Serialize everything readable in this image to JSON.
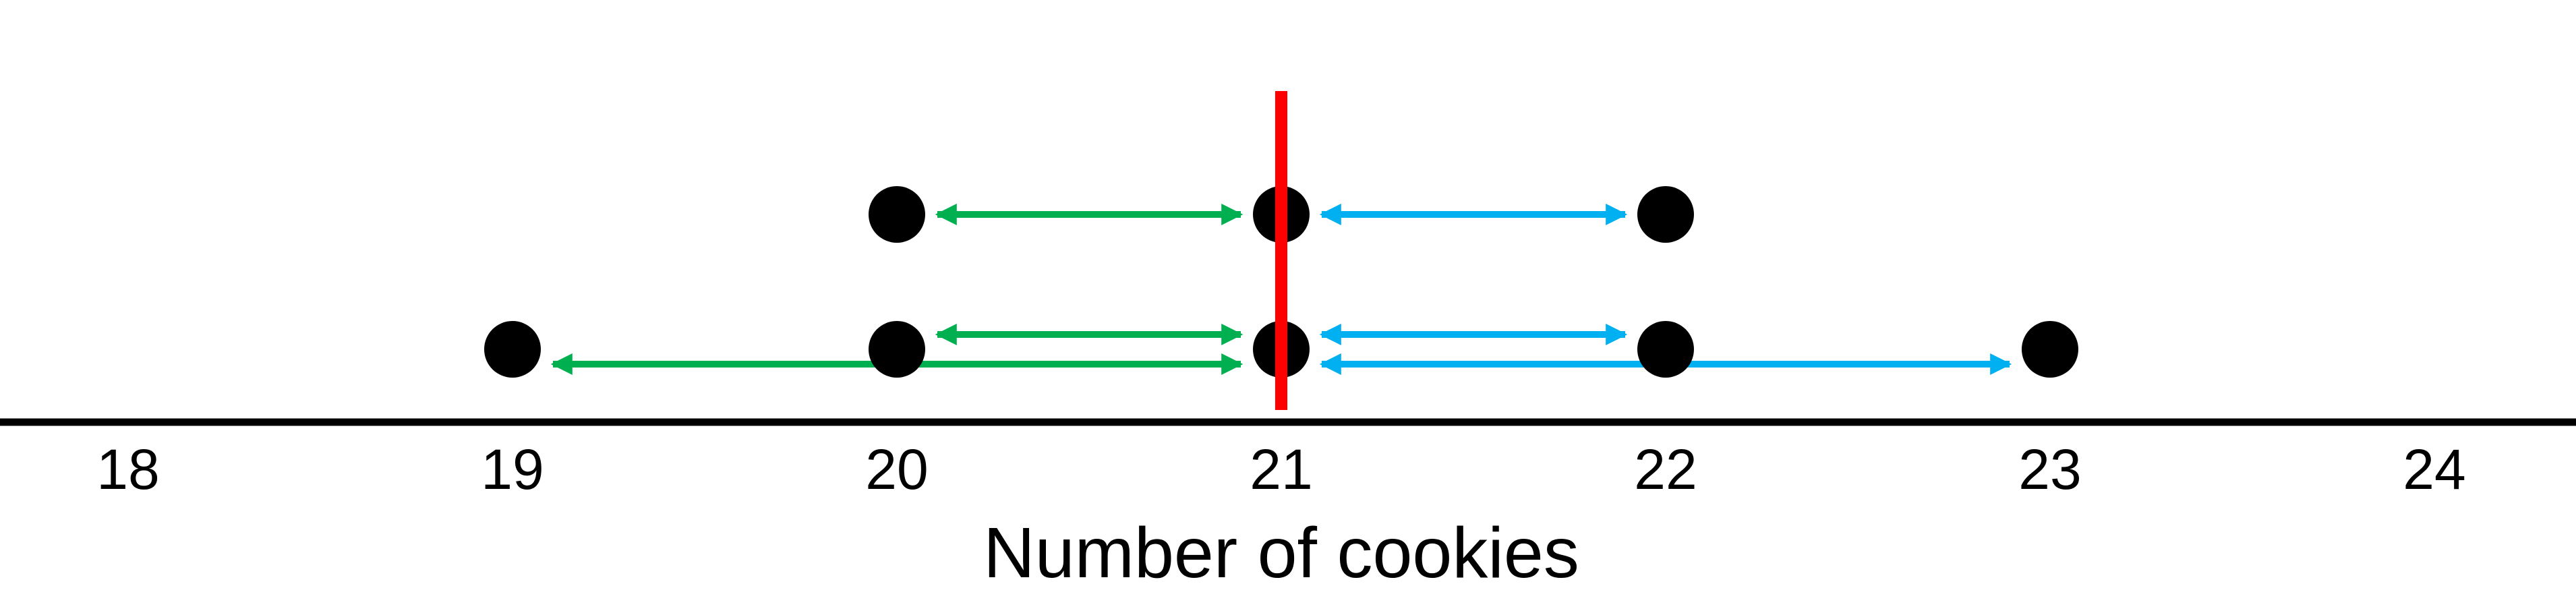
{
  "chart_data": {
    "type": "scatter",
    "title": "",
    "xlabel": "Number of cookies",
    "ylabel": "",
    "xlim": [
      18,
      24
    ],
    "xticks": [
      "18",
      "19",
      "20",
      "21",
      "22",
      "23",
      "24"
    ],
    "grid": false,
    "points": [
      {
        "x": 20,
        "stack": 2
      },
      {
        "x": 21,
        "stack": 2
      },
      {
        "x": 22,
        "stack": 2
      },
      {
        "x": 19,
        "stack": 1
      },
      {
        "x": 20,
        "stack": 1
      },
      {
        "x": 21,
        "stack": 1
      },
      {
        "x": 22,
        "stack": 1
      },
      {
        "x": 23,
        "stack": 1
      }
    ],
    "mean_line": {
      "x": 21,
      "color": "#ff0000"
    },
    "deviation_arrows": [
      {
        "from": 20,
        "to": 21,
        "stack": 2,
        "color": "#00b050"
      },
      {
        "from": 21,
        "to": 22,
        "stack": 2,
        "color": "#00b0f0"
      },
      {
        "from": 20,
        "to": 21,
        "stack": 1,
        "color": "#00b050"
      },
      {
        "from": 21,
        "to": 22,
        "stack": 1,
        "color": "#00b0f0"
      },
      {
        "from": 19,
        "to": 21,
        "stack": 1,
        "color": "#00b050",
        "lower": true
      },
      {
        "from": 21,
        "to": 23,
        "stack": 1,
        "color": "#00b0f0",
        "lower": true
      }
    ],
    "colors": {
      "points": "#000000",
      "axis": "#000000",
      "mean": "#ff0000",
      "below": "#00b050",
      "above": "#00b0f0"
    }
  }
}
